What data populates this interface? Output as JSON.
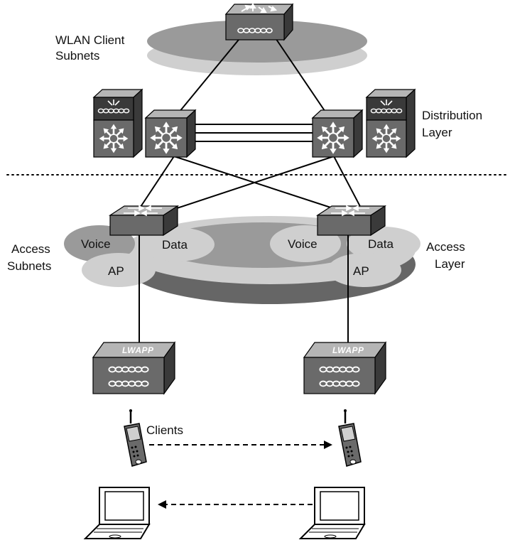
{
  "labels": {
    "wlan_client_subnets": [
      "WLAN Client",
      "Subnets"
    ],
    "distribution_layer": [
      "Distribution",
      "Layer"
    ],
    "access_subnets": [
      "Access",
      "Subnets"
    ],
    "access_layer": [
      "Access",
      "Layer"
    ],
    "clients": "Clients"
  },
  "left_access_ovals": {
    "voice": "Voice",
    "data": "Data",
    "ap": "AP"
  },
  "right_access_ovals": {
    "voice": "Voice",
    "data": "Data",
    "ap": "AP"
  },
  "access_points": [
    {
      "label": "LWAPP"
    },
    {
      "label": "LWAPP"
    }
  ],
  "colors": {
    "device_dark": "#3a3a3a",
    "device_mid": "#6a6a6a",
    "device_light": "#b5b5b5",
    "oval_dark": "#666666",
    "oval_mid": "#9a9a9a",
    "oval_light": "#cfcfcf",
    "line": "#000000"
  },
  "icons": {
    "core_router": "router-icon",
    "distribution_switch": "multilayer-switch-icon",
    "service_module": "service-module-icon",
    "access_switch": "workgroup-switch-icon",
    "access_point": "lwapp-access-point-icon",
    "phone": "wireless-phone-icon",
    "laptop": "laptop-icon"
  }
}
